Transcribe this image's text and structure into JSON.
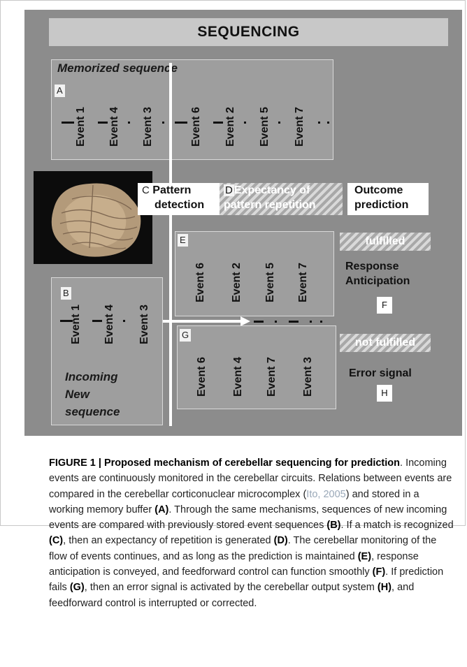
{
  "diagram": {
    "title": "SEQUENCING",
    "memorized_label": "Memorized sequence",
    "box_a": {
      "letter": "A",
      "events": [
        "Event 1",
        "Event 4",
        "Event 3",
        "Event 6",
        "Event 2",
        "Event 5",
        "Event 7"
      ]
    },
    "box_b": {
      "letter": "B",
      "events": [
        "Event 1",
        "Event 4",
        "Event 3"
      ],
      "incoming_lines": [
        "Incoming",
        "New",
        "sequence"
      ]
    },
    "box_c": {
      "letter": "C",
      "lines": [
        "Pattern",
        "detection"
      ]
    },
    "box_d": {
      "letter": "D",
      "lines": [
        "Expectancy of",
        "pattern repetition"
      ]
    },
    "outcome_lines": [
      "Outcome",
      "prediction"
    ],
    "box_e": {
      "letter": "E",
      "events": [
        "Event 6",
        "Event 2",
        "Event 5",
        "Event 7"
      ]
    },
    "box_g": {
      "letter": "G",
      "events": [
        "Event 6",
        "Event 4",
        "Event 7",
        "Event 3"
      ]
    },
    "fulfilled": "fulfilled",
    "response_lines": [
      "Response",
      "Anticipation"
    ],
    "letter_f": "F",
    "not_fulfilled": "not fulfilled",
    "error_signal": "Error signal",
    "letter_h": "H"
  },
  "caption": {
    "figure_label": "FIGURE 1 | Proposed mechanism of cerebellar sequencing for prediction",
    "t1": ". Incoming events are continuously monitored in the cerebellar circuits. Relations between events are compared in the cerebellar corticonuclear microcomplex (",
    "cite": "Ito, 2005",
    "t2": ") and stored in a working memory buffer ",
    "ra": "(A)",
    "t3": ". Through the same mechanisms, sequences of new incoming events are compared with previously stored event sequences ",
    "rb": "(B)",
    "t4": ". If a match is recognized ",
    "rc": "(C)",
    "t5": ", then an expectancy of repetition is generated ",
    "rd": "(D)",
    "t6": ". The cerebellar monitoring of the flow of events continues, and as long as the prediction is maintained ",
    "re": "(E)",
    "t7": ", response anticipation is conveyed, and feedforward control can function smoothly ",
    "rf": "(F)",
    "t8": ". If prediction fails ",
    "rg": "(G)",
    "t9": ", then an error signal is activated by the cerebellar output system ",
    "rh": "(H)",
    "t10": ", and feedforward control is interrupted or corrected."
  }
}
